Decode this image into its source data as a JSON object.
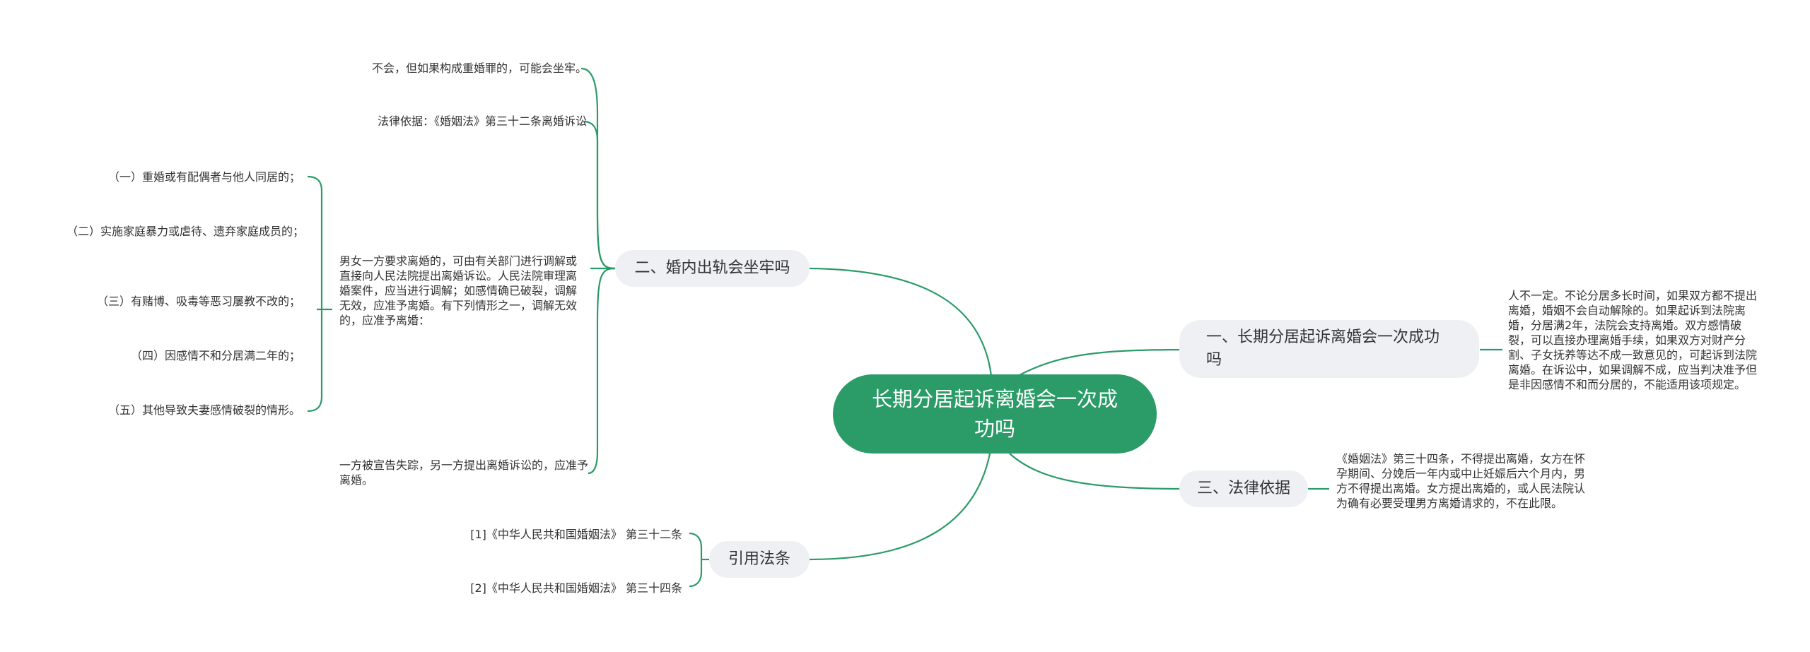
{
  "root": {
    "title": "长期分居起诉离婚会一次成功吗"
  },
  "branches": {
    "b1": {
      "label": "一、长期分居起诉离婚会一次成功吗",
      "detail": "人不一定。不论分居多长时间，如果双方都不提出离婚，婚姻不会自动解除的。如果起诉到法院离婚，分居满2年，法院会支持离婚。双方感情破裂，可以直接办理离婚手续，如果双方对财产分割、子女抚养等达不成一致意见的，可起诉到法院离婚。在诉讼中，如果调解不成，应当判决准予但是非因感情不和而分居的，不能适用该项规定。"
    },
    "b3": {
      "label": "三、法律依据",
      "detail": "《婚姻法》第三十四条，不得提出离婚，女方在怀孕期间、分娩后一年内或中止妊娠后六个月内，男方不得提出离婚。女方提出离婚的，或人民法院认为确有必要受理男方离婚请求的，不在此限。"
    },
    "b2": {
      "label": "二、婚内出轨会坐牢吗",
      "items": [
        "不会，但如果构成重婚罪的，可能会坐牢。",
        "法律依据：《婚姻法》第三十二条离婚诉讼",
        "男女一方要求离婚的，可由有关部门进行调解或直接向人民法院提出离婚诉讼。人民法院审理离婚案件，应当进行调解；如感情确已破裂，调解无效，应准予离婚。有下列情形之一，调解无效的，应准予离婚：",
        "一方被宣告失踪，另一方提出离婚诉讼的，应准予离婚。"
      ],
      "sub_items": [
        "（一）重婚或有配偶者与他人同居的；",
        "（二）实施家庭暴力或虐待、遗弃家庭成员的；",
        "（三）有赌博、吸毒等恶习屡教不改的；",
        "（四）因感情不和分居满二年的；",
        "（五）其他导致夫妻感情破裂的情形。"
      ]
    },
    "b4": {
      "label": "引用法条",
      "items": [
        "[1]《中华人民共和国婚姻法》 第三十二条",
        "[2]《中华人民共和国婚姻法》 第三十四条"
      ]
    }
  },
  "colors": {
    "accent": "#2b9b68",
    "branch_bg": "#eef0f3",
    "line": "#2b9b68"
  }
}
